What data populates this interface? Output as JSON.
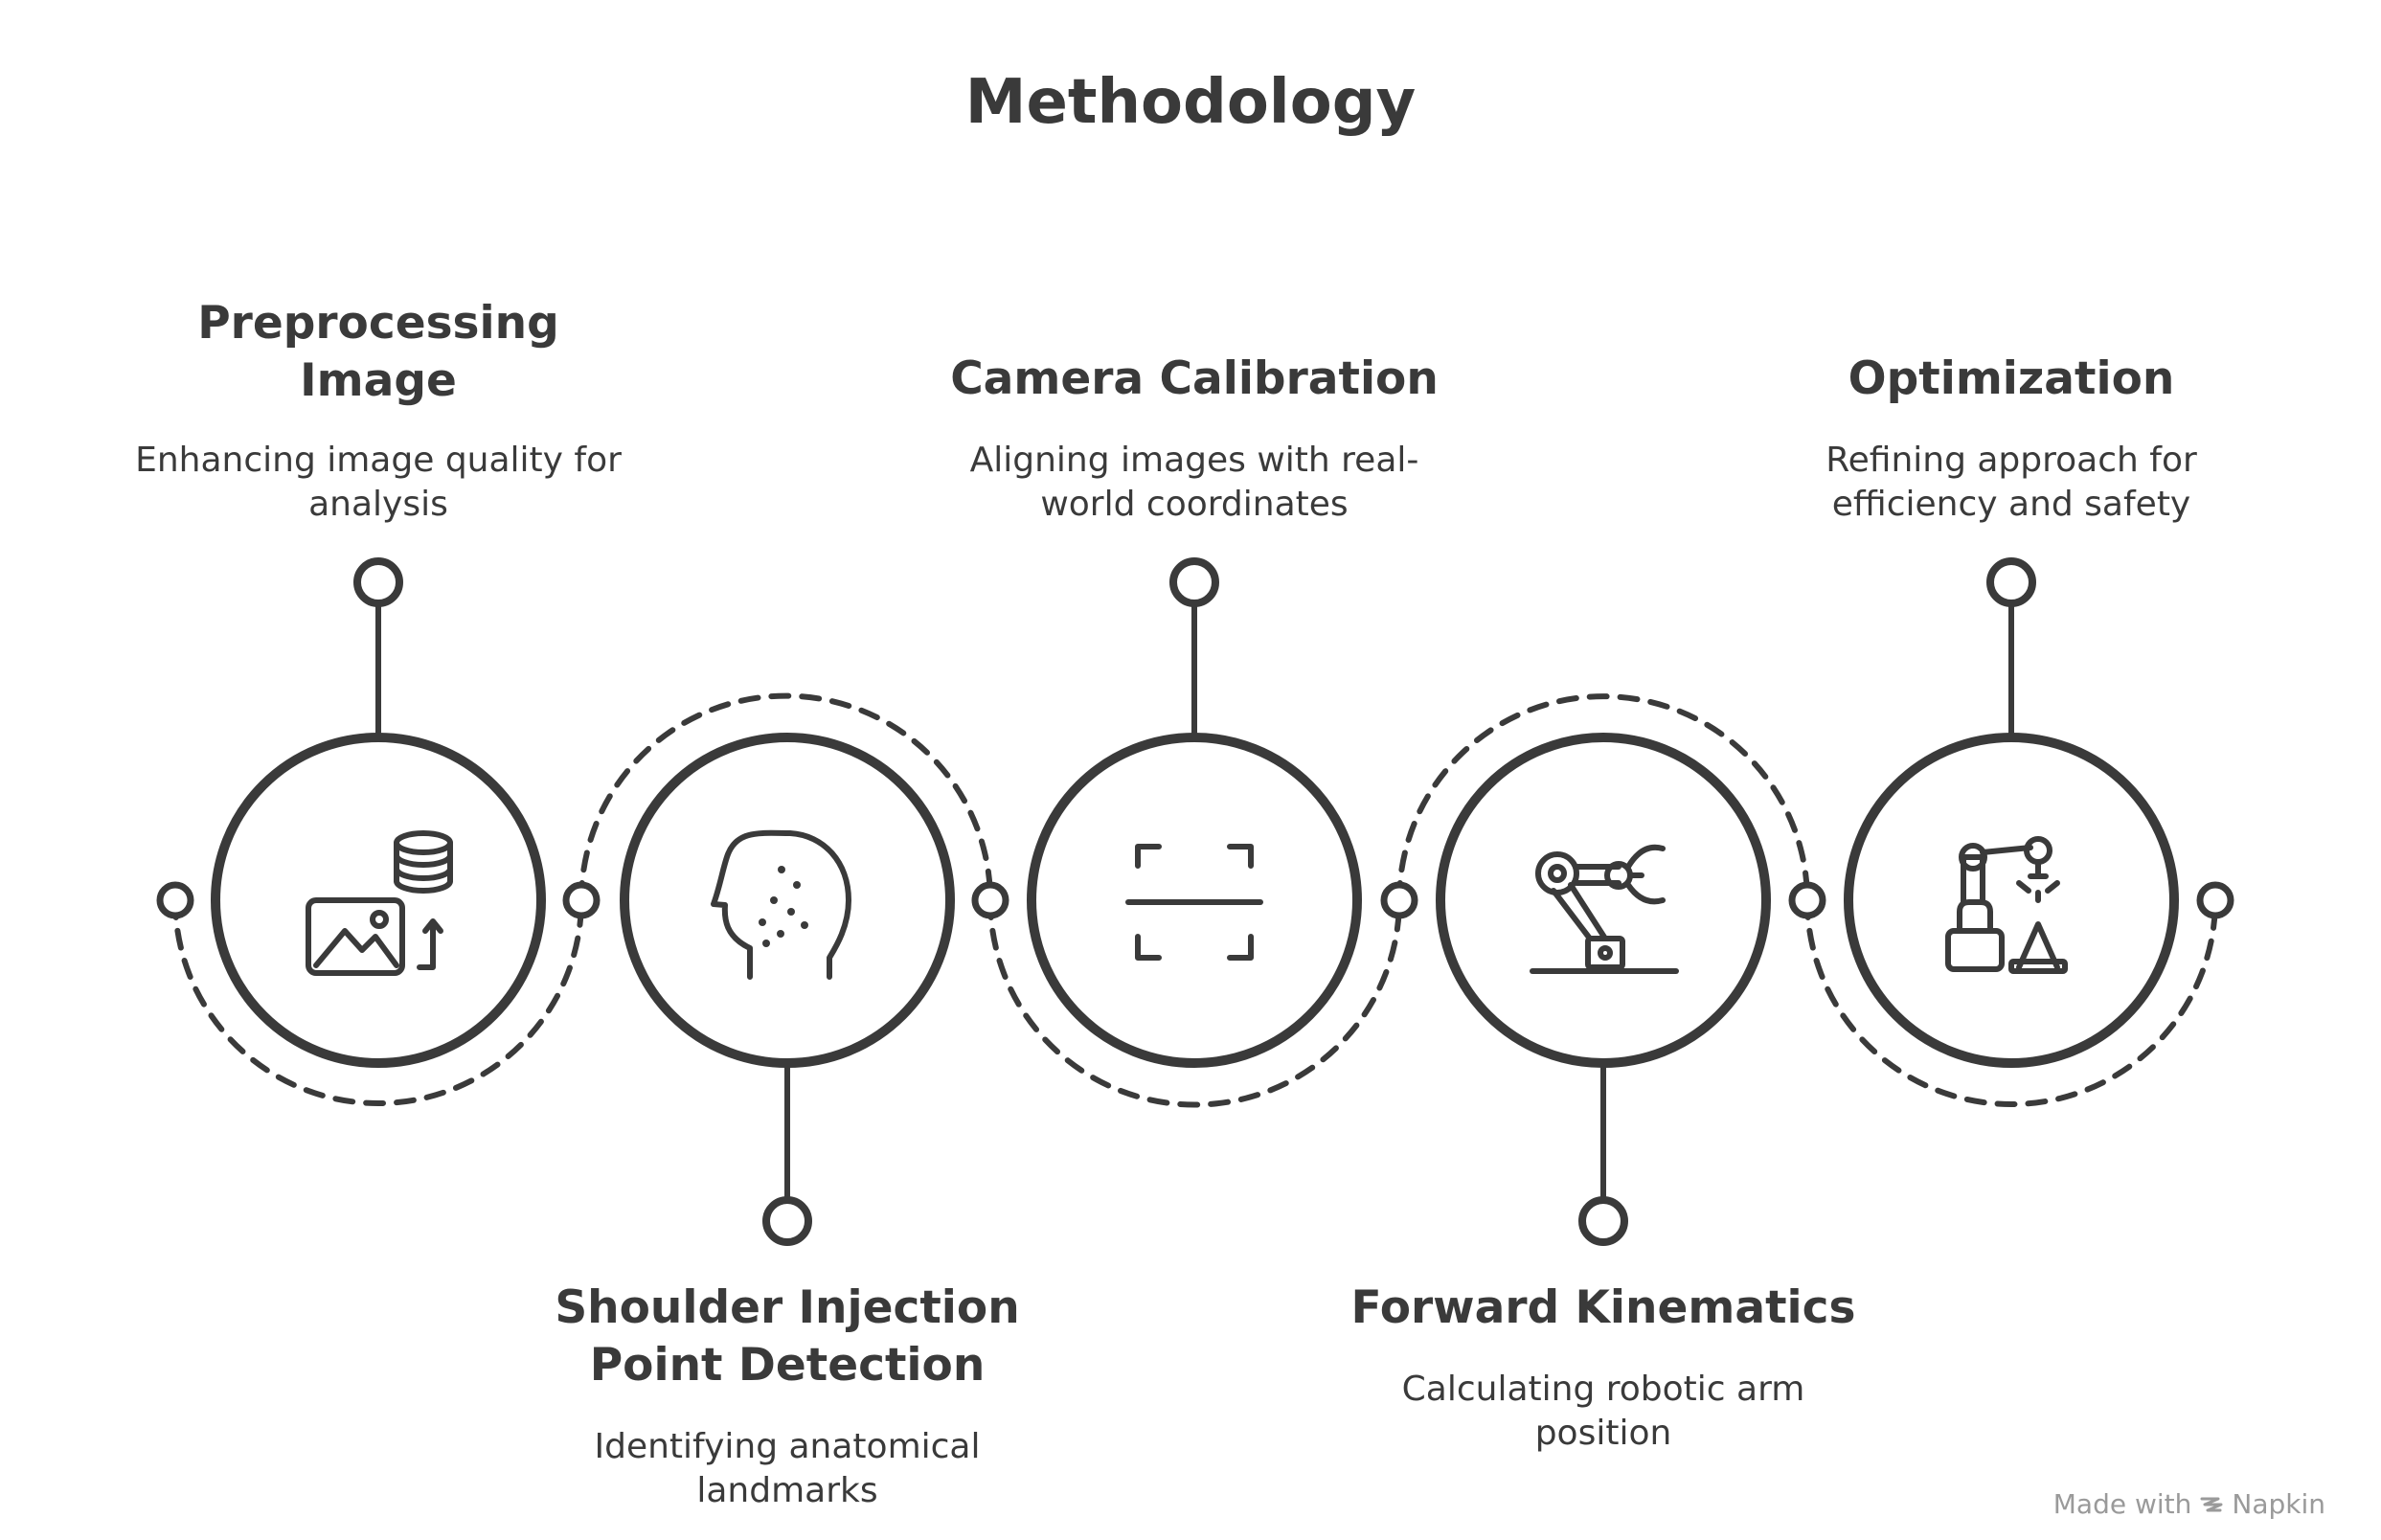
{
  "title": "Methodology",
  "steps": [
    {
      "title_lines": [
        "Preprocessing",
        "Image"
      ],
      "desc_lines": [
        "Enhancing image quality for",
        "analysis"
      ],
      "icon": "image-database-icon"
    },
    {
      "title_lines": [
        "Shoulder Injection",
        "Point Detection"
      ],
      "desc_lines": [
        "Identifying anatomical",
        "landmarks"
      ],
      "icon": "head-profile-icon"
    },
    {
      "title_lines": [
        "Camera Calibration"
      ],
      "desc_lines": [
        "Aligning images with real-",
        "world coordinates"
      ],
      "icon": "scan-frame-icon"
    },
    {
      "title_lines": [
        "Forward Kinematics"
      ],
      "desc_lines": [
        "Calculating robotic arm",
        "position"
      ],
      "icon": "robotic-arm-icon"
    },
    {
      "title_lines": [
        "Optimization"
      ],
      "desc_lines": [
        "Refining approach for",
        "efficiency and safety"
      ],
      "icon": "robot-optimization-icon"
    }
  ],
  "footer": {
    "made_with": "Made with",
    "brand": "Napkin"
  },
  "colors": {
    "stroke": "#3a3a3a",
    "muted": "#9a9a9a"
  }
}
